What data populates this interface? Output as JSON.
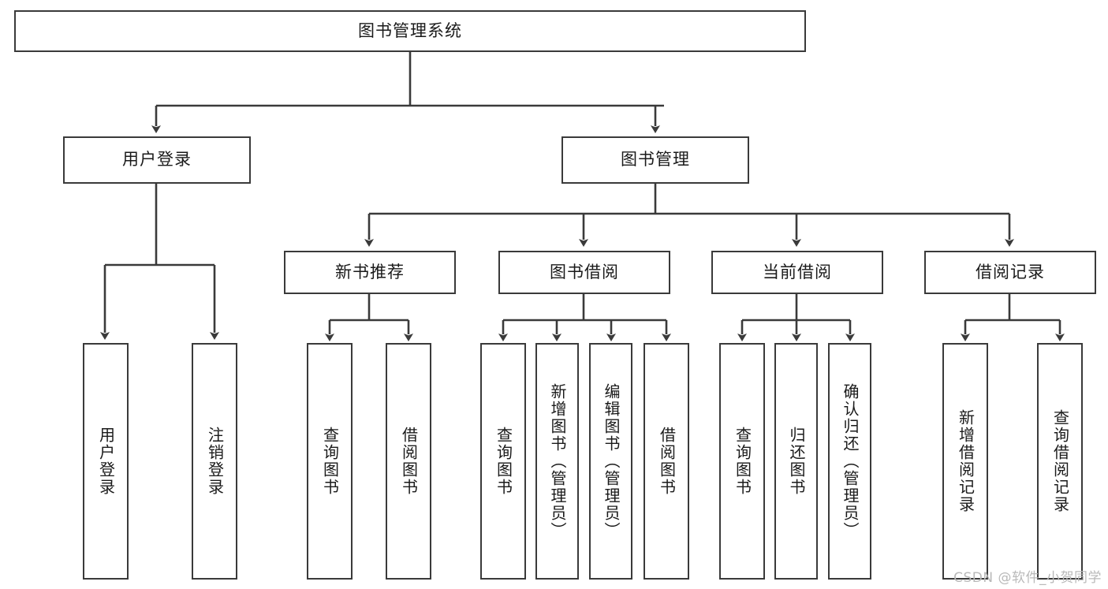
{
  "diagram": {
    "type": "tree",
    "title": "图书管理系统",
    "root": {
      "label": "图书管理系统"
    },
    "level2": [
      {
        "label": "用户登录"
      },
      {
        "label": "图书管理"
      }
    ],
    "level3": [
      {
        "label": "新书推荐"
      },
      {
        "label": "图书借阅"
      },
      {
        "label": "当前借阅"
      },
      {
        "label": "借阅记录"
      }
    ],
    "leaves": {
      "user_login": [
        {
          "label": "用户登录"
        },
        {
          "label": "注销登录"
        }
      ],
      "new_book_recommend": [
        {
          "label": "查询图书"
        },
        {
          "label": "借阅图书"
        }
      ],
      "book_borrow": [
        {
          "label": "查询图书"
        },
        {
          "label": "新增图书（管理员）"
        },
        {
          "label": "编辑图书（管理员）"
        },
        {
          "label": "借阅图书"
        }
      ],
      "current_borrow": [
        {
          "label": "查询图书"
        },
        {
          "label": "归还图书"
        },
        {
          "label": "确认归还（管理员）"
        }
      ],
      "borrow_record": [
        {
          "label": "新增借阅记录"
        },
        {
          "label": "查询借阅记录"
        }
      ]
    }
  },
  "watermark": {
    "text": "CSDN @软件_小贺同学"
  },
  "colors": {
    "stroke": "#3a3a3a",
    "node_fill": "#ffffff",
    "text": "#1a1a1a",
    "watermark": "#b9b9b9",
    "background": "#ffffff"
  }
}
